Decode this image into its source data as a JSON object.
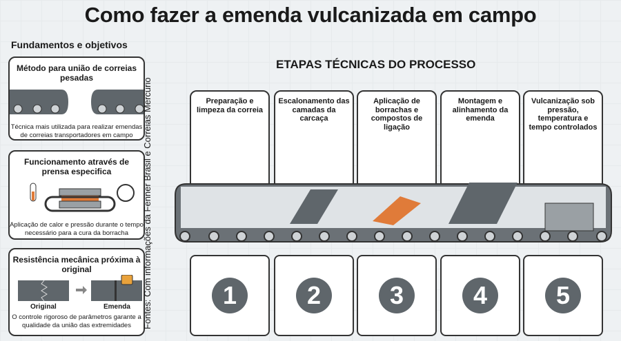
{
  "title": "Como fazer a emenda vulcanizada em campo",
  "left": {
    "title": "Fundamentos e objetivos",
    "cards": [
      {
        "title": "Método para união de correias pesadas",
        "text": "Técnica mais utilizada para realizar emendas de correias transportadores em campo"
      },
      {
        "title": "Funcionamento através de prensa especifica",
        "text": "Aplicação de calor e pressão durante o tempo necessário para a cura da borracha"
      },
      {
        "title": "Resistência mecânica próxima à original",
        "label_original": "Original",
        "label_emenda": "Emenda",
        "text": "O controle rigoroso de parâmetros garante a qualidade da união das extremidades"
      }
    ]
  },
  "source": "Fontes: Com informações da Fenner Brasil e Correias Mercúrio",
  "steps_title": "ETAPAS TÉCNICAS DO PROCESSO",
  "steps": [
    {
      "label": "Preparação e limpeza da correia",
      "number": "1"
    },
    {
      "label": "Escalonamento das camadas da carcaça",
      "number": "2"
    },
    {
      "label": "Aplicação de borrachas e compostos de ligação",
      "number": "3"
    },
    {
      "label": "Montagem e alinhamento da emenda",
      "number": "4"
    },
    {
      "label": "Vulcanização sob pressão, temperatura e tempo controlados",
      "number": "5"
    }
  ],
  "colors": {
    "accent": "#e07b39",
    "belt": "#5f666b",
    "border": "#333333"
  }
}
